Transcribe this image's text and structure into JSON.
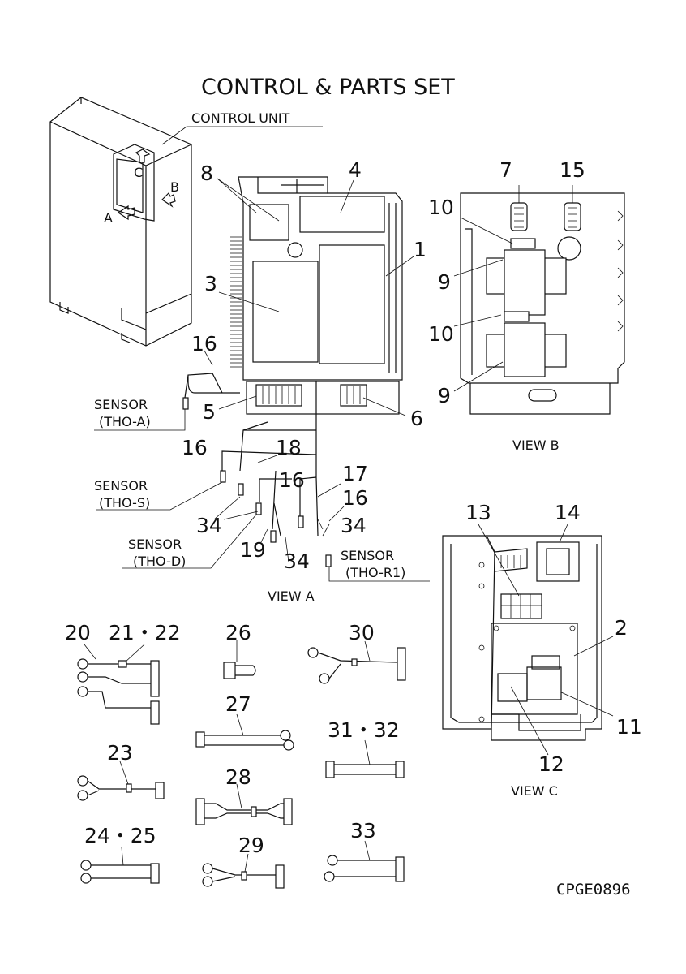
{
  "title": "CONTROL & PARTS SET",
  "code": "CPGE0896",
  "labels": {
    "control_unit": "CONTROL UNIT",
    "arrow_a": "A",
    "arrow_b": "B",
    "arrow_c": "C",
    "view_a": "VIEW A",
    "view_b": "VIEW B",
    "view_c": "VIEW C",
    "sensor_word": "SENSOR",
    "tho_a": "(THO-A)",
    "tho_s": "(THO-S)",
    "tho_d": "(THO-D)",
    "tho_r1": "(THO-R1)"
  },
  "numbers": {
    "n1": "1",
    "n2": "2",
    "n3": "3",
    "n4": "4",
    "n5": "5",
    "n6": "6",
    "n7": "7",
    "n8": "8",
    "n9": "9",
    "n10": "10",
    "n11": "11",
    "n12": "12",
    "n13": "13",
    "n14": "14",
    "n15": "15",
    "n16": "16",
    "n17": "17",
    "n18": "18",
    "n19": "19",
    "n20": "20",
    "n21_22": "21・22",
    "n23": "23",
    "n24_25": "24・25",
    "n26": "26",
    "n27": "27",
    "n28": "28",
    "n29": "29",
    "n30": "30",
    "n31_32": "31・32",
    "n33": "33",
    "n34": "34"
  }
}
